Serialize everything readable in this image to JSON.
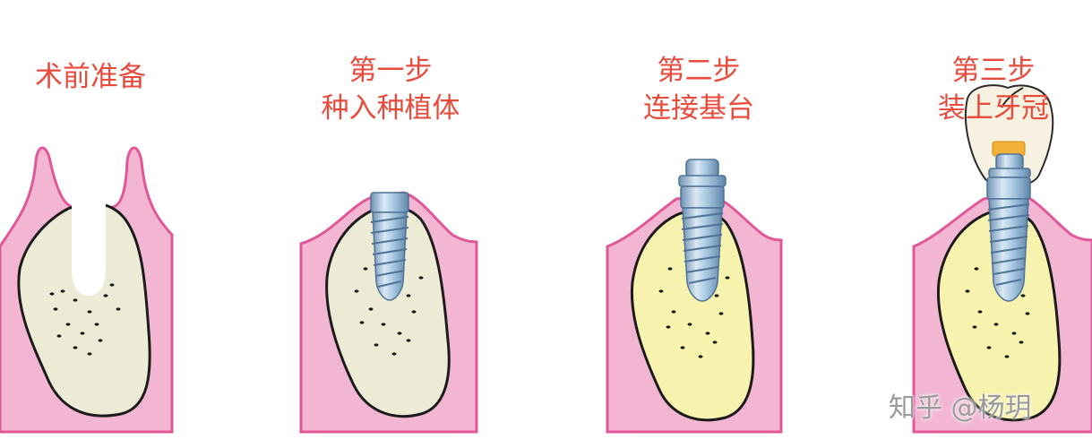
{
  "stages": [
    {
      "line1": "术前准备",
      "line2": ""
    },
    {
      "line1": "第一步",
      "line2": "种入种植体"
    },
    {
      "line1": "第二步",
      "line2": "连接基台"
    },
    {
      "line1": "第三步",
      "line2": "装上牙冠"
    }
  ],
  "watermark": "知乎 @杨玥",
  "colors": {
    "label": "#e84a3c",
    "gum": "#f2b6d3",
    "gum_edge": "#e0579a",
    "bone_before": "#ecebd6",
    "bone_after": "#f7f2ad",
    "implant": "#a9c9e2",
    "crown": "#f6f1e1",
    "abutment_collar": "#f2b23a"
  }
}
